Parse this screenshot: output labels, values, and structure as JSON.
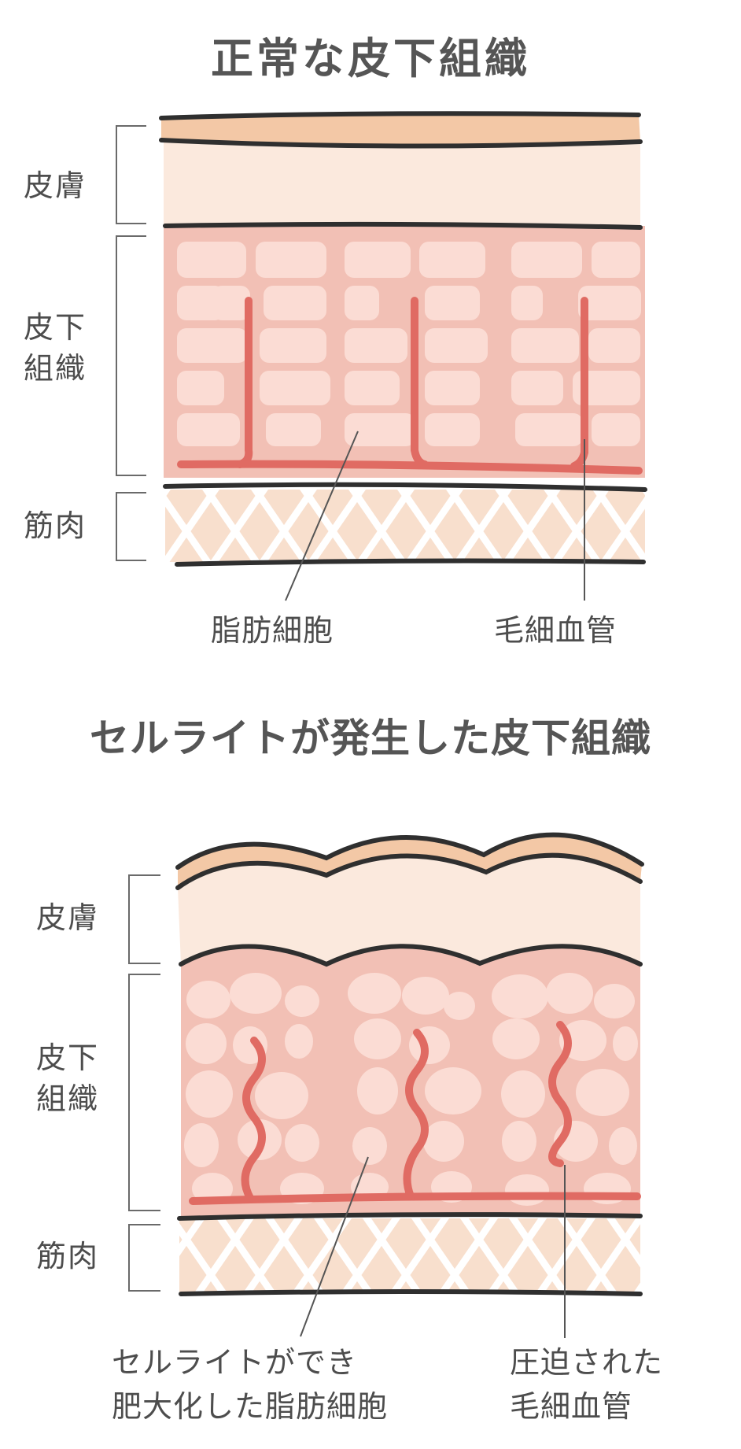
{
  "diagrams": [
    {
      "id": "normal",
      "title": "正常な皮下組織",
      "layers": {
        "skin": "皮膚",
        "subcutaneous_line1": "皮下",
        "subcutaneous_line2": "組織",
        "muscle": "筋肉"
      },
      "callouts": {
        "fat_cell": "脂肪細胞",
        "capillary": "毛細血管"
      }
    },
    {
      "id": "cellulite",
      "title": "セルライトが発生した皮下組織",
      "layers": {
        "skin": "皮膚",
        "subcutaneous_line1": "皮下",
        "subcutaneous_line2": "組織",
        "muscle": "筋肉"
      },
      "callouts": {
        "fat_cell_line1": "セルライトができ",
        "fat_cell_line2": "肥大化した脂肪細胞",
        "capillary_line1": "圧迫された",
        "capillary_line2": "毛細血管"
      }
    }
  ],
  "colors": {
    "outer_skin": "#f3c8a6",
    "skin": "#fbe9dd",
    "subcutaneous": "#f2c0b5",
    "fat_cell": "#fbdcd4",
    "capillary": "#e06b63",
    "muscle_bg": "#f8dfcd",
    "muscle_cross": "#ffffff",
    "outline": "#2f2f2f",
    "leader": "#555555"
  }
}
